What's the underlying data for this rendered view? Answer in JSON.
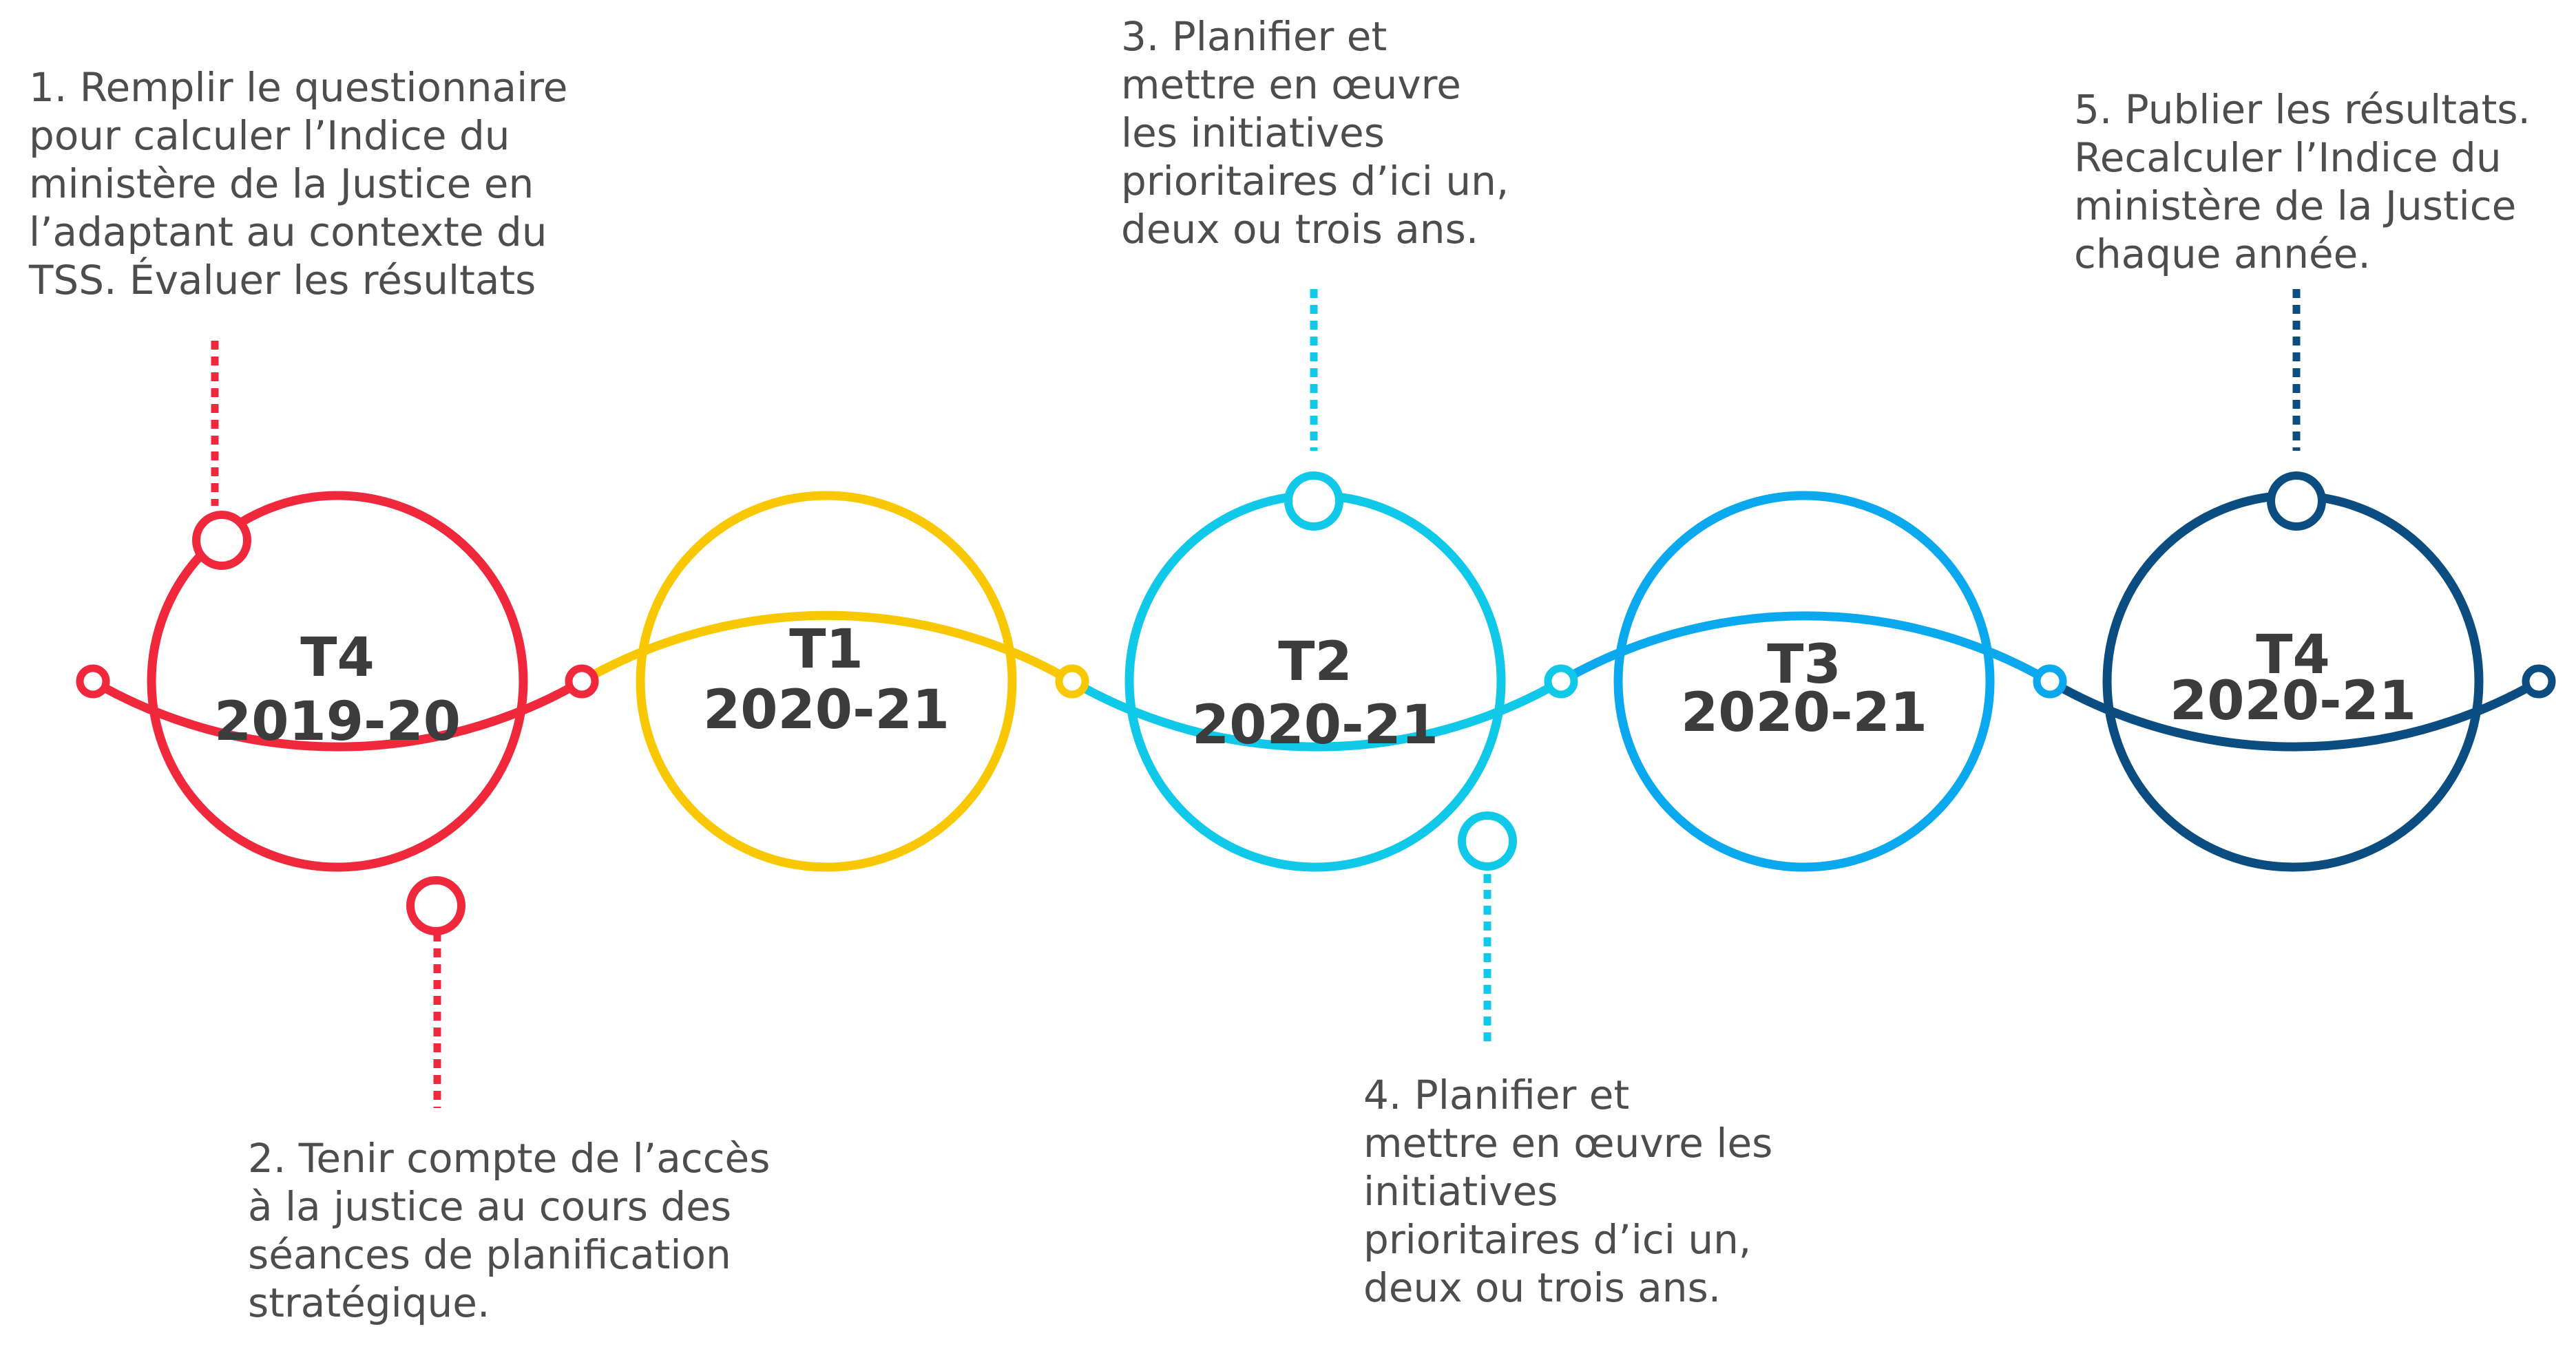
{
  "colors": {
    "red": "#f0283c",
    "yellow": "#f9c800",
    "cyan": "#10c8e8",
    "blue": "#0aa8ee",
    "navy": "#0b4d80"
  },
  "stages": [
    {
      "quarter": "T4",
      "year": "2019-20"
    },
    {
      "quarter": "T1",
      "year": "2020-21"
    },
    {
      "quarter": "T2",
      "year": "2020-21"
    },
    {
      "quarter": "T3",
      "year": "2020-21"
    },
    {
      "quarter": "T4",
      "year": "2020-21"
    }
  ],
  "steps": [
    "1. Remplir le questionnaire\npour calculer l’Indice du\nministère de la Justice en\nl’adaptant au contexte du\nTSS. Évaluer les résultats",
    "2. Tenir compte de l’accès\nà la justice au cours des\nséances de planification\nstratégique.",
    "3. Planifier et\nmettre en œuvre\nles initiatives\nprioritaires d’ici un,\ndeux ou trois ans.",
    "4. Planifier et\nmettre en œuvre les\ninitiatives\nprioritaires d’ici un,\ndeux ou trois ans.",
    "5. Publier les résultats.\nRecalculer l’Indice du\nministère de la Justice\nchaque année."
  ]
}
